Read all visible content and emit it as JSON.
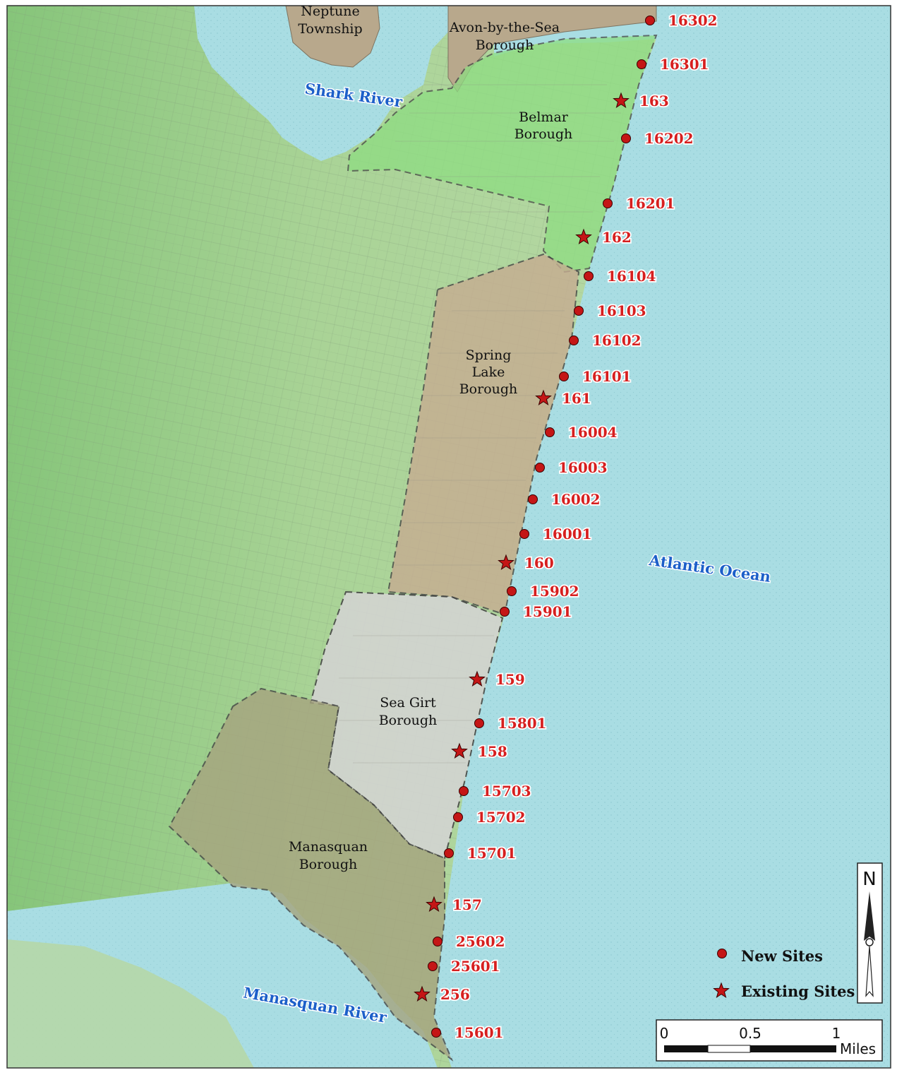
{
  "places": [
    {
      "id": "neptune",
      "lines": [
        "Neptune",
        "Township"
      ]
    },
    {
      "id": "avon",
      "lines": [
        "Avon-by-the-Sea",
        "Borough"
      ]
    },
    {
      "id": "belmar",
      "lines": [
        "Belmar",
        "Borough"
      ]
    },
    {
      "id": "spring-lake",
      "lines": [
        "Spring",
        "Lake",
        "Borough"
      ]
    },
    {
      "id": "sea-girt",
      "lines": [
        "Sea Girt",
        "Borough"
      ]
    },
    {
      "id": "manasquan",
      "lines": [
        "Manasquan",
        "Borough"
      ]
    }
  ],
  "water_labels": [
    {
      "id": "shark-river",
      "text": "Shark River"
    },
    {
      "id": "atlantic-ocean",
      "text": "Atlantic Ocean"
    },
    {
      "id": "manasquan-river",
      "text": "Manasquan River"
    }
  ],
  "sites": [
    {
      "label": "16302",
      "type": "new"
    },
    {
      "label": "16301",
      "type": "new"
    },
    {
      "label": "163",
      "type": "existing"
    },
    {
      "label": "16202",
      "type": "new"
    },
    {
      "label": "16201",
      "type": "new"
    },
    {
      "label": "162",
      "type": "existing"
    },
    {
      "label": "16104",
      "type": "new"
    },
    {
      "label": "16103",
      "type": "new"
    },
    {
      "label": "16102",
      "type": "new"
    },
    {
      "label": "16101",
      "type": "new"
    },
    {
      "label": "161",
      "type": "existing"
    },
    {
      "label": "16004",
      "type": "new"
    },
    {
      "label": "16003",
      "type": "new"
    },
    {
      "label": "16002",
      "type": "new"
    },
    {
      "label": "16001",
      "type": "new"
    },
    {
      "label": "160",
      "type": "existing"
    },
    {
      "label": "15902",
      "type": "new"
    },
    {
      "label": "15901",
      "type": "new"
    },
    {
      "label": "159",
      "type": "existing"
    },
    {
      "label": "15801",
      "type": "new"
    },
    {
      "label": "158",
      "type": "existing"
    },
    {
      "label": "15703",
      "type": "new"
    },
    {
      "label": "15702",
      "type": "new"
    },
    {
      "label": "15701",
      "type": "new"
    },
    {
      "label": "157",
      "type": "existing"
    },
    {
      "label": "25602",
      "type": "new"
    },
    {
      "label": "25601",
      "type": "new"
    },
    {
      "label": "256",
      "type": "existing"
    },
    {
      "label": "15601",
      "type": "new"
    }
  ],
  "legend": {
    "new_sites": "New Sites",
    "existing_sites": "Existing Sites"
  },
  "north_arrow": {
    "label": "N"
  },
  "scale_bar": {
    "ticks": [
      "0",
      "0.5",
      "1"
    ],
    "unit": "Miles"
  },
  "colors": {
    "ocean": "#a9dde3",
    "land": "#b3d6a0",
    "belmar": "#9be08f",
    "spring_lake": "#c9b59b",
    "sea_girt": "#cfd0cf",
    "manasquan": "#a8a98a",
    "site_marker": "#c41616"
  }
}
